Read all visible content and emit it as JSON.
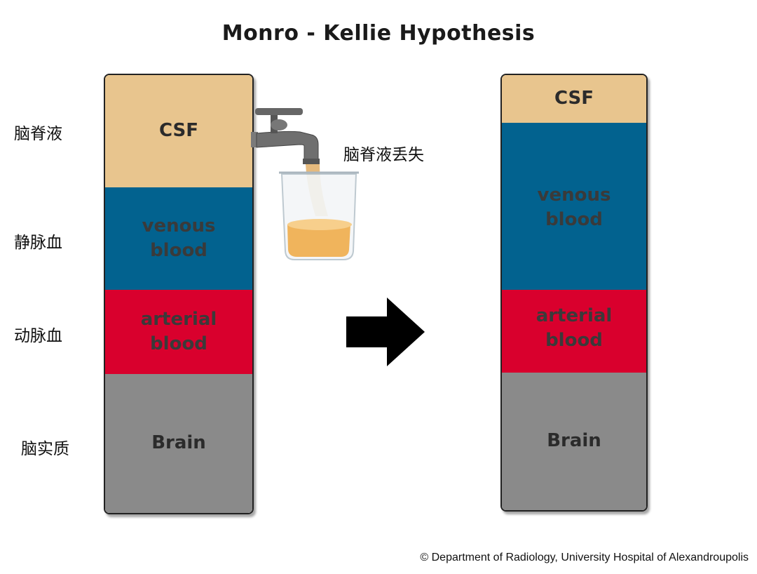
{
  "title": "Monro - Kellie Hypothesis",
  "side_labels": {
    "csf": "脑脊液",
    "venous": "静脉血",
    "arterial": "动脉血",
    "brain": "脑实质"
  },
  "left_column": {
    "csf": "CSF",
    "venous_line1": "venous",
    "venous_line2": "blood",
    "arterial_line1": "arterial",
    "arterial_line2": "blood",
    "brain": "Brain"
  },
  "right_column": {
    "csf": "CSF",
    "venous_line1": "venous",
    "venous_line2": "blood",
    "arterial_line1": "arterial",
    "arterial_line2": "blood",
    "brain": "Brain"
  },
  "annotation": "脑脊液丢失",
  "copyright": "© Department of Radiology, University Hospital of Alexandroupolis",
  "colors": {
    "csf": "#e8c58e",
    "venous": "#02628f",
    "arterial": "#d9002d",
    "brain": "#8a8a8a"
  },
  "icons": [
    "faucet-icon",
    "beaker-icon",
    "right-arrow-icon"
  ]
}
